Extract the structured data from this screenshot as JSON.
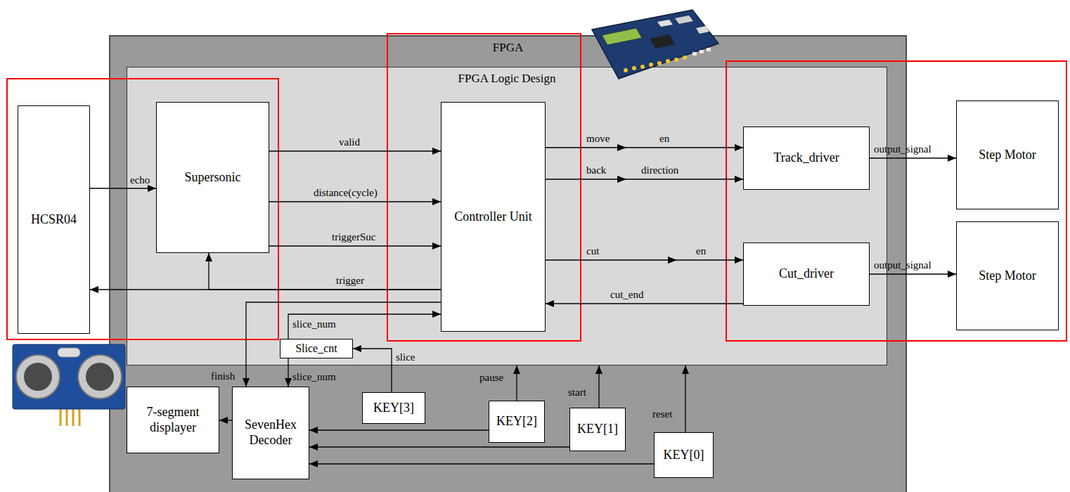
{
  "diagram": {
    "nodes": [
      {
        "text": [
          "FPGA"
        ]
      },
      {
        "text": [
          "FPGA Logic Design"
        ],
        "in": 0
      },
      {
        "text": [
          "HCSR04"
        ]
      },
      {
        "text": [
          "Supersonic"
        ],
        "in": 1
      },
      {
        "text": [
          "Controller Unit"
        ],
        "in": 1
      },
      {
        "text": [
          "Track_driver"
        ],
        "in": 1
      },
      {
        "text": [
          "Cut_driver"
        ],
        "in": 1
      },
      {
        "text": [
          "Step Motor"
        ]
      },
      {
        "text": [
          "Step Motor"
        ]
      },
      {
        "text": [
          "Slice_cnt"
        ],
        "in": 1
      },
      {
        "text": [
          "7-segment displayer"
        ],
        "in": 0
      },
      {
        "text": [
          "SevenHex Decoder"
        ],
        "in": 0
      },
      {
        "text": [
          "KEY[3]"
        ],
        "in": 0
      },
      {
        "text": [
          "KEY[2]"
        ],
        "in": 0
      },
      {
        "text": [
          "KEY[1]"
        ],
        "in": 0
      },
      {
        "text": [
          "KEY[0]"
        ],
        "in": 0
      }
    ],
    "edges": [
      {
        "from": 2,
        "to": 3,
        "label": "echo",
        "arrow": "to"
      },
      {
        "from": 3,
        "to": 4,
        "label": "valid",
        "arrow": "to"
      },
      {
        "from": 3,
        "to": 4,
        "label": "distance(cycle)",
        "arrow": "to"
      },
      {
        "from": 3,
        "to": 4,
        "label": "triggerSuc",
        "arrow": "to"
      },
      {
        "from": 4,
        "to": 2,
        "label": "trigger",
        "arrow": "to"
      },
      {
        "from": 4,
        "to": 3,
        "arrow": "to"
      },
      {
        "from": 4,
        "to": 5,
        "label": "move",
        "arrow": "to"
      },
      {
        "from": 4,
        "to": 5,
        "label": "back",
        "arrow": "to"
      },
      {
        "from": 4,
        "to": 6,
        "label": "cut",
        "arrow": "to"
      },
      {
        "from": 6,
        "to": 4,
        "label": "cut_end",
        "arrow": "to"
      },
      {
        "from": 5,
        "to": 7,
        "label": "output_signal",
        "arrow": "to"
      },
      {
        "from": 6,
        "to": 8,
        "label": "output_signal",
        "arrow": "to"
      },
      {
        "from": 4,
        "to": 11,
        "label": "finish",
        "arrow": "to"
      },
      {
        "from": 9,
        "to": 4,
        "label": "slice_num",
        "arrow": "to"
      },
      {
        "from": 9,
        "to": 11,
        "label": "slice_num",
        "arrow": "to"
      },
      {
        "from": 12,
        "to": 9,
        "label": "slice",
        "arrow": "to"
      },
      {
        "from": 13,
        "to": 1,
        "label": "pause",
        "arrow": "to"
      },
      {
        "from": 14,
        "to": 1,
        "label": "start",
        "arrow": "to"
      },
      {
        "from": 15,
        "to": 1,
        "label": "reset",
        "arrow": "to"
      },
      {
        "from": 13,
        "to": 11,
        "arrow": "to"
      },
      {
        "from": 14,
        "to": 11,
        "arrow": "to"
      },
      {
        "from": 15,
        "to": 11,
        "arrow": "to"
      },
      {
        "from": 11,
        "to": 10,
        "arrow": "to"
      }
    ],
    "labels": [
      "en",
      "direction",
      "en"
    ]
  }
}
